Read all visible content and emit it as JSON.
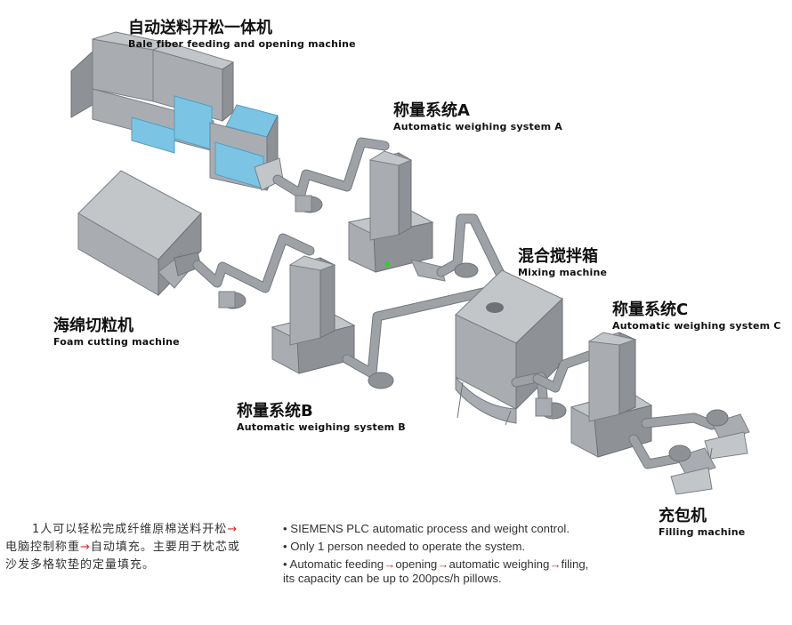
{
  "machines": {
    "bale_feeder": {
      "cn": "自动送料开松一体机",
      "en": "Bale fiber feeding and opening machine"
    },
    "weigh_a": {
      "cn": "称量系统A",
      "en": "Automatic weighing system A"
    },
    "foam_cutter": {
      "cn": "海绵切粒机",
      "en": "Foam cutting machine"
    },
    "mixer": {
      "cn": "混合搅拌箱",
      "en": "Mixing machine"
    },
    "weigh_c": {
      "cn": "称量系统C",
      "en": "Automatic weighing system C"
    },
    "weigh_b": {
      "cn": "称量系统B",
      "en": "Automatic weighing system B"
    },
    "filler": {
      "cn": "充包机",
      "en": "Filling machine"
    }
  },
  "description_cn": {
    "part1": "1人可以轻松完成纤维原棉送料开松",
    "part2": "电脑控制称重",
    "part3": "自动填充。主要用于枕芯或沙发多格软垫的定量填充。",
    "arrow": "→"
  },
  "description_en": {
    "bullet1": "• SIEMENS PLC automatic process and weight control.",
    "bullet2": "• Only 1 person needed to operate the system.",
    "b3_part1": "• Automatic feeding",
    "b3_part2": "opening",
    "b3_part3": "automatic weighing",
    "b3_part4": "filing, its capacity can be up to 200pcs/h pillows.",
    "arrow": "→"
  },
  "colors": {
    "machine_fill": "#a9adb1",
    "machine_dark": "#8e9296",
    "machine_light": "#c3c6c9",
    "feeder_accent": "#7cc4e4",
    "arrow_red": "#d42a2a"
  }
}
